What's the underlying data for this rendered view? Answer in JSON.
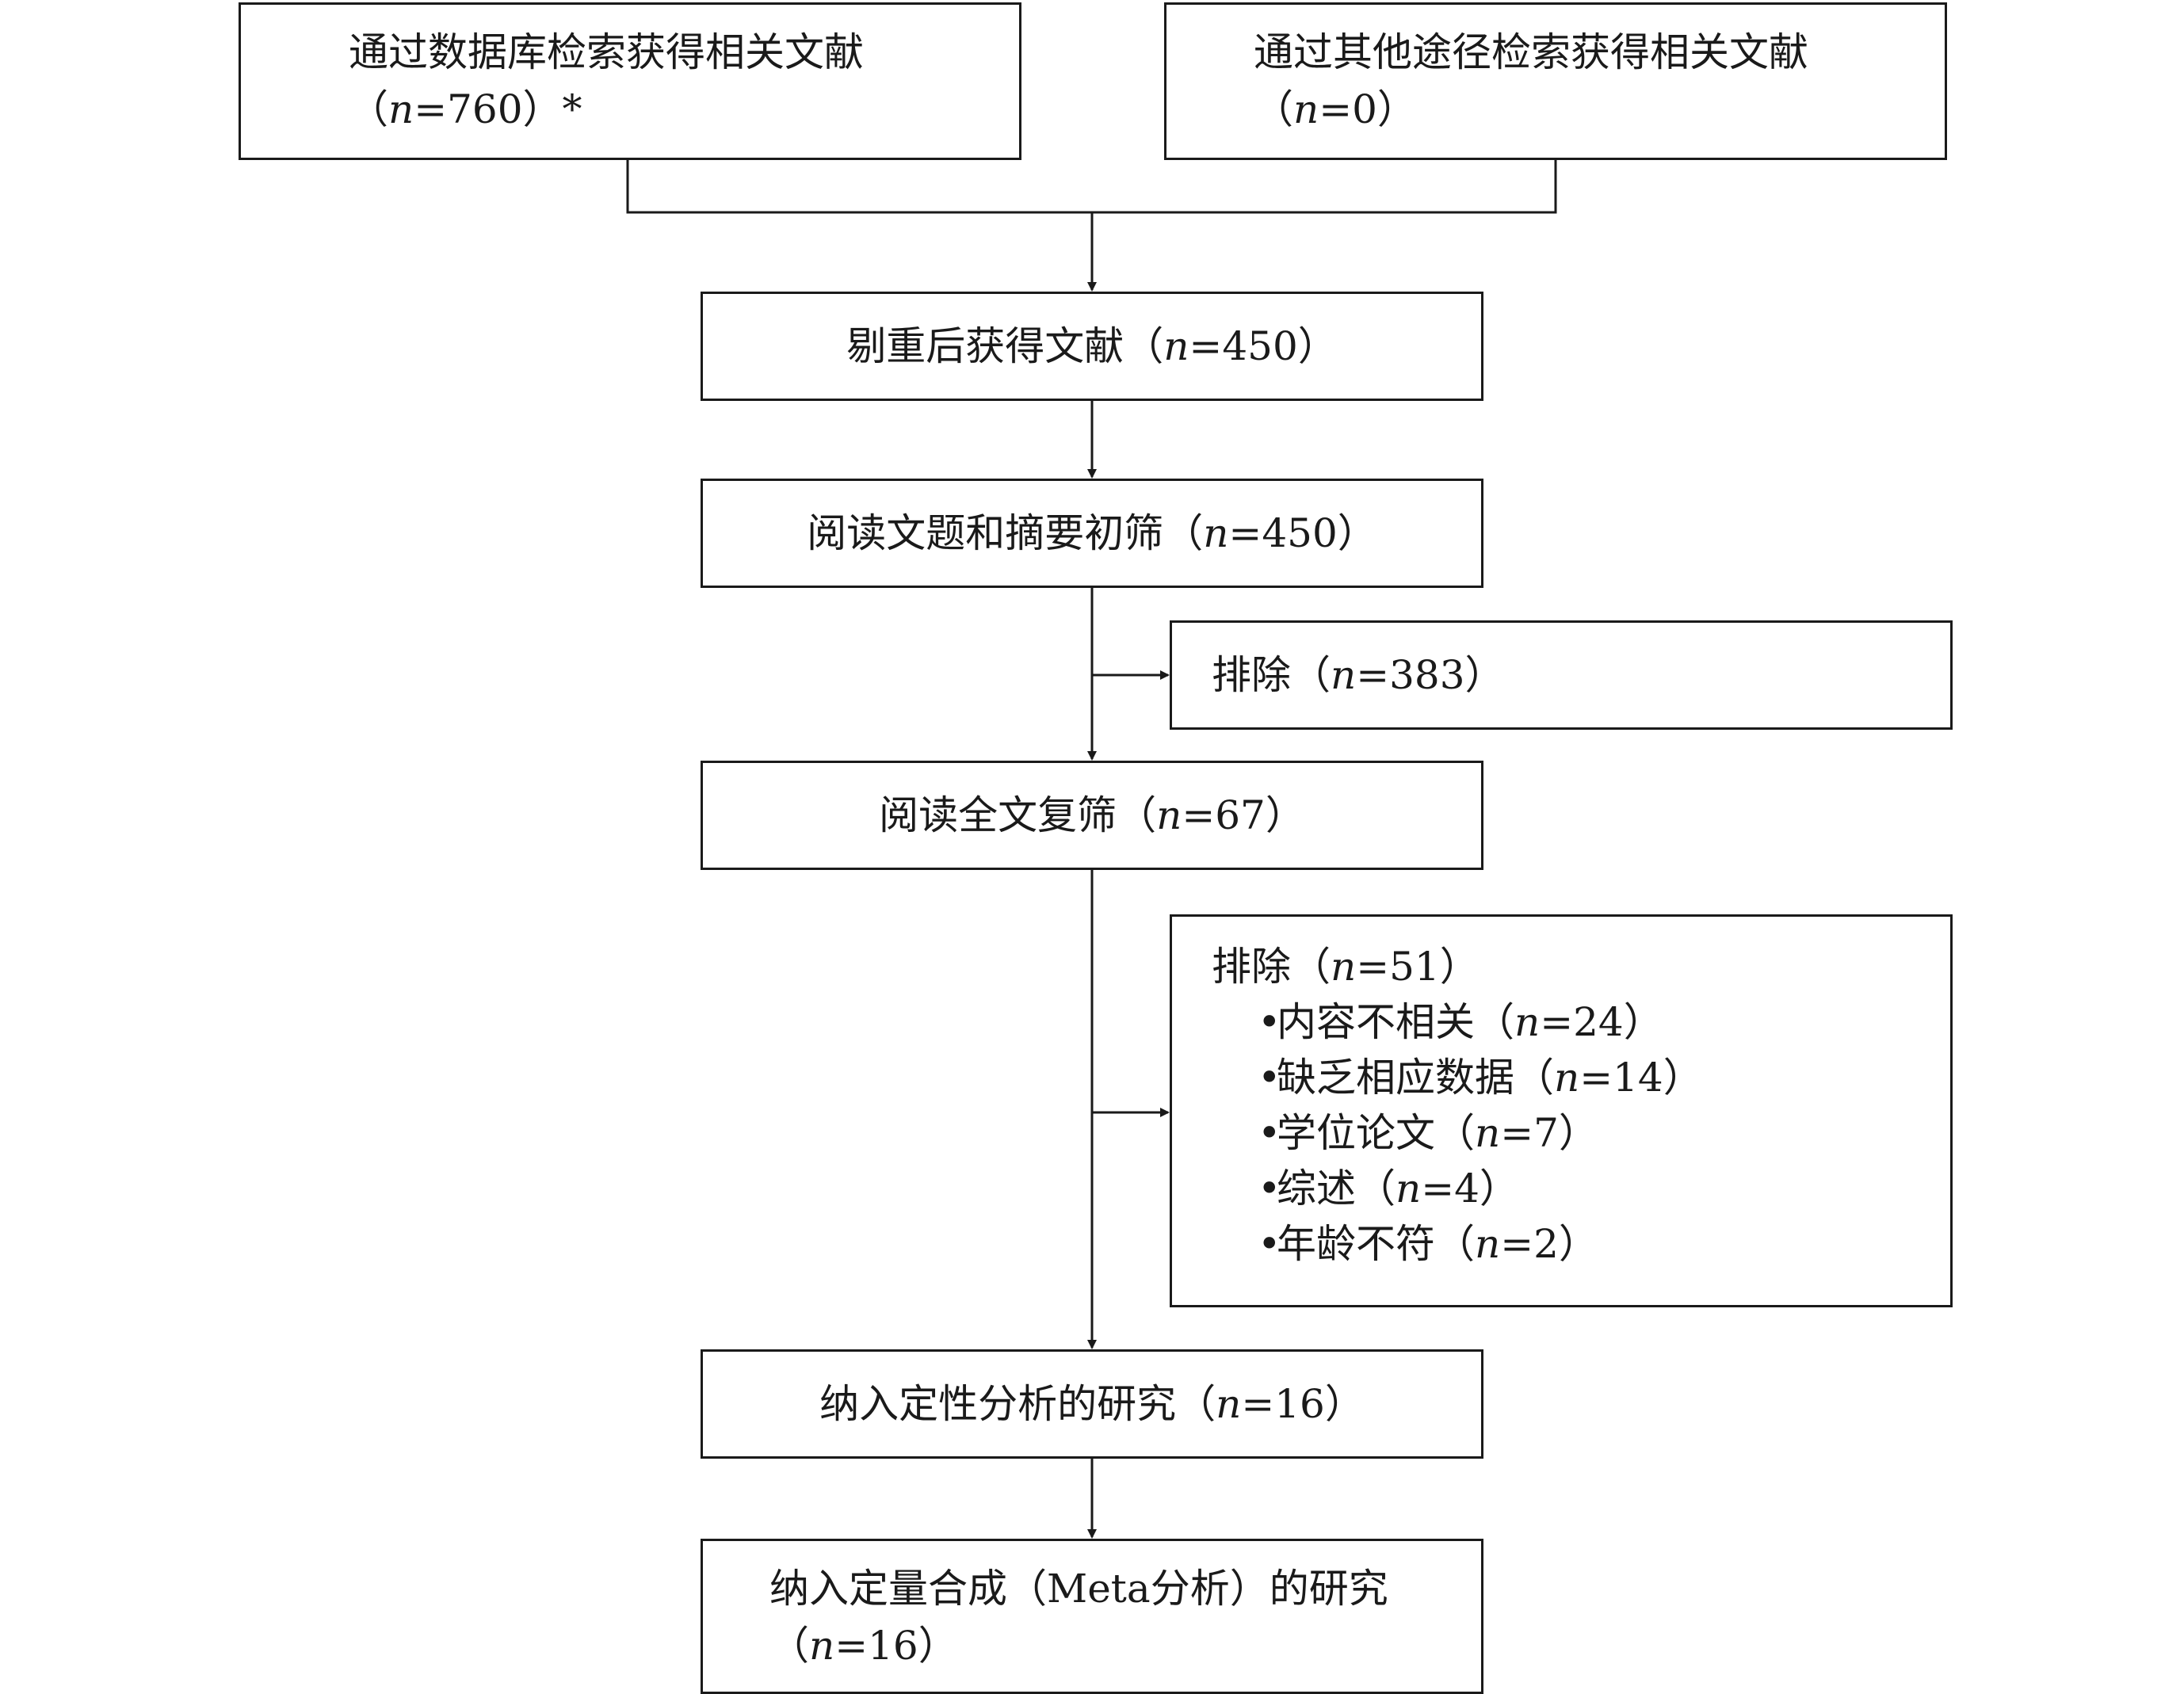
{
  "flow": {
    "database": {
      "label": "通过数据库检索获得相关文献",
      "paren_open": "（",
      "n_symbol": "n",
      "count": "=760",
      "paren_close": "）",
      "note_mark": "*"
    },
    "other_sources": {
      "label": "通过其他途径检索获得相关文献",
      "paren_open": "（",
      "n_symbol": "n",
      "count": "=0",
      "paren_close": "）"
    },
    "deduplicated": {
      "label": "剔重后获得文献",
      "paren_open": "（",
      "n_symbol": "n",
      "count": "=450",
      "paren_close": "）"
    },
    "title_abstract_screen": {
      "label": "阅读文题和摘要初筛",
      "paren_open": "（",
      "n_symbol": "n",
      "count": "=450",
      "paren_close": "）"
    },
    "excluded_first": {
      "label": "排除",
      "paren_open": "（",
      "n_symbol": "n",
      "count": "=383",
      "paren_close": "）"
    },
    "fulltext_screen": {
      "label": "阅读全文复筛",
      "paren_open": "（",
      "n_symbol": "n",
      "count": "=67",
      "paren_close": "）"
    },
    "excluded_second": {
      "label": "排除",
      "paren_open": "（",
      "n_symbol": "n",
      "count": "=51",
      "paren_close": "）",
      "reasons": [
        {
          "bullet": "•",
          "label": "内容不相关",
          "paren_open": "（",
          "n_symbol": "n",
          "count": "=24",
          "paren_close": "）"
        },
        {
          "bullet": "•",
          "label": "缺乏相应数据",
          "paren_open": "（",
          "n_symbol": "n",
          "count": "=14",
          "paren_close": "）"
        },
        {
          "bullet": "•",
          "label": "学位论文",
          "paren_open": "（",
          "n_symbol": "n",
          "count": "=7",
          "paren_close": "）"
        },
        {
          "bullet": "•",
          "label": "综述",
          "paren_open": "（",
          "n_symbol": "n",
          "count": "=4",
          "paren_close": "）"
        },
        {
          "bullet": "•",
          "label": "年龄不符",
          "paren_open": "（",
          "n_symbol": "n",
          "count": "=2",
          "paren_close": "）"
        }
      ]
    },
    "qualitative": {
      "label": "纳入定性分析的研究",
      "paren_open": "（",
      "n_symbol": "n",
      "count": "=16",
      "paren_close": "）"
    },
    "quantitative": {
      "label": "纳入定量合成（Meta分析）的研究",
      "paren_open": "（",
      "n_symbol": "n",
      "count": "=16",
      "paren_close": "）"
    }
  }
}
